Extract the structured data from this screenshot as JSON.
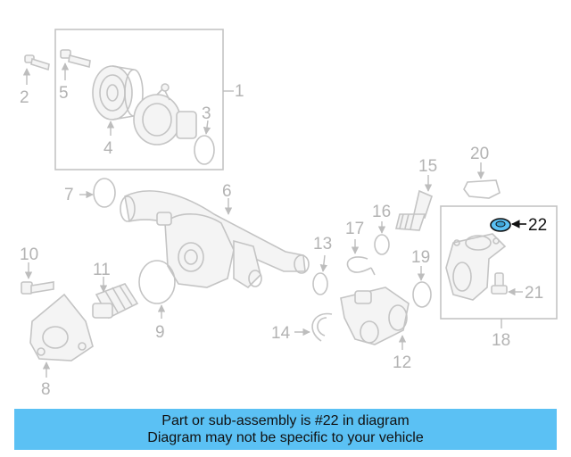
{
  "diagram": {
    "callouts": {
      "c1": "1",
      "c2": "2",
      "c3": "3",
      "c4": "4",
      "c5": "5",
      "c6": "6",
      "c7": "7",
      "c8": "8",
      "c9": "9",
      "c10": "10",
      "c11": "11",
      "c12": "12",
      "c13": "13",
      "c14": "14",
      "c15": "15",
      "c16": "16",
      "c17": "17",
      "c18": "18",
      "c19": "19",
      "c20": "20",
      "c21": "21",
      "c22": "22"
    },
    "highlighted_part": "22",
    "highlight_color": "#5bc1f4",
    "part_color": "#c4c4c4"
  },
  "banner": {
    "line1": "Part or sub-assembly is #22 in diagram",
    "line2": "Diagram may not be specific to your vehicle",
    "color": "#5bc1f4"
  }
}
